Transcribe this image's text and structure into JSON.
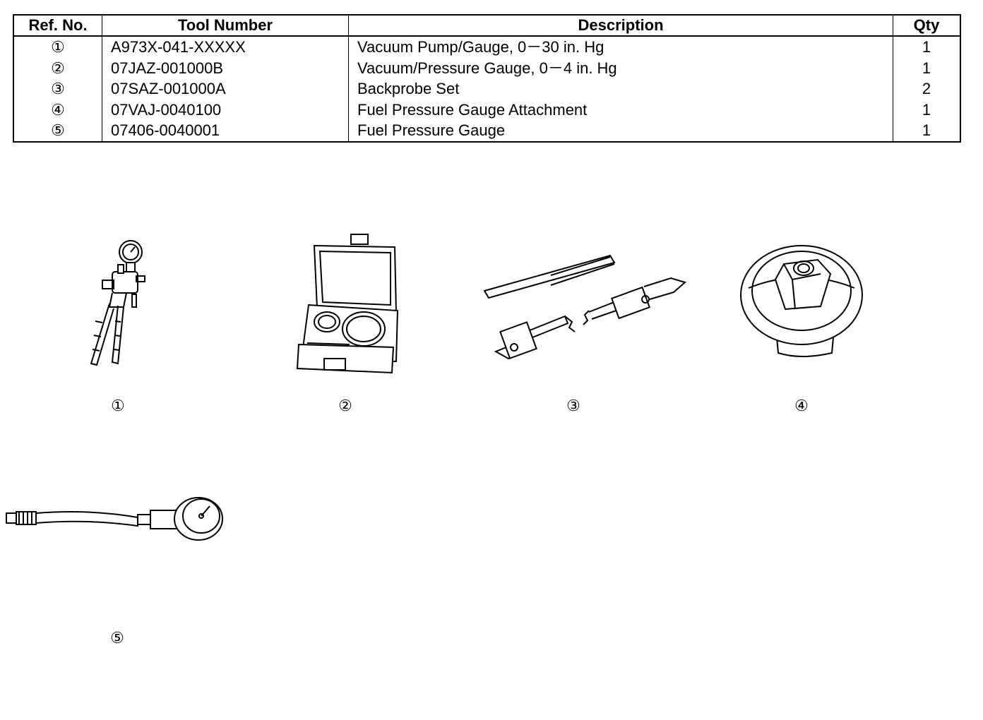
{
  "table": {
    "headers": {
      "ref": "Ref. No.",
      "tool": "Tool Number",
      "desc": "Description",
      "qty": "Qty"
    },
    "rows": [
      {
        "ref": "①",
        "tool": "A973X-041-XXXXX",
        "desc": "Vacuum Pump/Gauge, 0－30 in. Hg",
        "qty": "1"
      },
      {
        "ref": "②",
        "tool": "07JAZ-001000B",
        "desc": "Vacuum/Pressure Gauge, 0－4 in. Hg",
        "qty": "1"
      },
      {
        "ref": "③",
        "tool": "07SAZ-001000A",
        "desc": "Backprobe Set",
        "qty": "2"
      },
      {
        "ref": "④",
        "tool": "07VAJ-0040100",
        "desc": "Fuel Pressure Gauge Attachment",
        "qty": "1"
      },
      {
        "ref": "⑤",
        "tool": "07406-0040001",
        "desc": "Fuel Pressure Gauge",
        "qty": "1"
      }
    ]
  },
  "figures": {
    "callouts": [
      "①",
      "②",
      "③",
      "④",
      "⑤"
    ]
  }
}
